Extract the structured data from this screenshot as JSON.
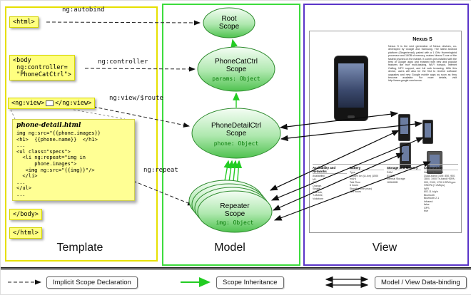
{
  "colors": {
    "template_border": "#e6e000",
    "model_border": "#3ddc3d",
    "view_border": "#5a35c8",
    "scope_fill_bottom": "#4fc24f",
    "code_box_fill": "#ffff80",
    "inheritance_arrow": "#22cc22"
  },
  "sections": {
    "template_label": "Template",
    "model_label": "Model",
    "view_label": "View"
  },
  "template": {
    "html_open": "<html>",
    "body_lines": [
      "<body",
      " ng:controller=",
      " \"PhoneCatCtrl\">"
    ],
    "ngview_open": "<ng:view>",
    "ngview_close": "</ng:view>",
    "code": {
      "title": "phone-detail.html",
      "lines": [
        "img ng:src=\"{{phone.images}}",
        "<h1>  {{phone.name}}  </h1>",
        "...",
        "<ul class=\"specs\">",
        "  <li ng:repeat=\"img in",
        "      phone.images\">",
        "   <img ng:src=\"{{img}}\"/>",
        "  </li>",
        "...",
        "</ul>",
        "..."
      ]
    },
    "body_close": "</body>",
    "html_close": "</html>"
  },
  "arrow_labels": {
    "ng_autobind": "ng:autobind",
    "ng_controller": "ng:controller",
    "ng_view_route": "ng:view/$route",
    "ng_repeat": "ng:repeat"
  },
  "scopes": {
    "root": {
      "l1": "Root",
      "l2": "Scope"
    },
    "phonecat": {
      "l1": "PhoneCatCtrl",
      "l2": "Scope",
      "prop": "params: Object"
    },
    "phonedetail": {
      "l1": "PhoneDetailCtrl",
      "l2": "Scope",
      "prop": "phone: Object"
    },
    "repeater": {
      "l1": "Repeater",
      "l2": "Scope",
      "prop": "img: Object"
    }
  },
  "view": {
    "title": "Nexus S",
    "description": "Nexus S is the next generation of Nexus devices, co-developed by Google and Samsung. The latest Android platform (Gingerbread), paired with a 1 GHz Hummingbird processor and 16GB of memory, makes Nexus S one of the fastest phones on the market. It comes pre-installed with the best of Google apps and enabled with new and popular features like true multi-tasking, Wi-Fi hotspot, Internet Calling, NFC support, and full web browsing. With this device, users will also be the first to receive software upgrades and new Google mobile apps as soon as they become available. For more details, visit http://www.google.com/nexus.",
    "specs": [
      {
        "header": "Availability and Networks",
        "items": [
          "Availability",
          "M1,",
          "O2,",
          "Orange,",
          "Singtel,",
          "StarHub,",
          "T-Mobile,",
          "Vodafone"
        ]
      },
      {
        "header": "Battery",
        "items": [
          "Type",
          "Lithium Ion (Li-Ion) (1500 mAH)",
          "Talk Time",
          "6 hours",
          "Standby time (max)",
          "428 hours"
        ]
      },
      {
        "header": "Storage and Memory",
        "items": [
          "RAM",
          "512MB",
          "Internal Storage",
          "16384MB"
        ]
      },
      {
        "header": "Connectivity",
        "items": [
          "Network Support",
          "Quad-band GSM: 850, 900, 1800, 1900 Tri-band HSPA: 900, 2100, 1700 HSPA type: HSDPA (7.2Mbps)",
          "WiFi",
          "802.11 b/g/n",
          "Bluetooth",
          "Bluetooth 2.1",
          "Infrared",
          "false",
          "GPS",
          "true"
        ]
      }
    ]
  },
  "legend": {
    "implicit": "Implicit Scope Declaration",
    "inheritance": "Scope Inheritance",
    "databinding": "Model / View Data-binding"
  }
}
